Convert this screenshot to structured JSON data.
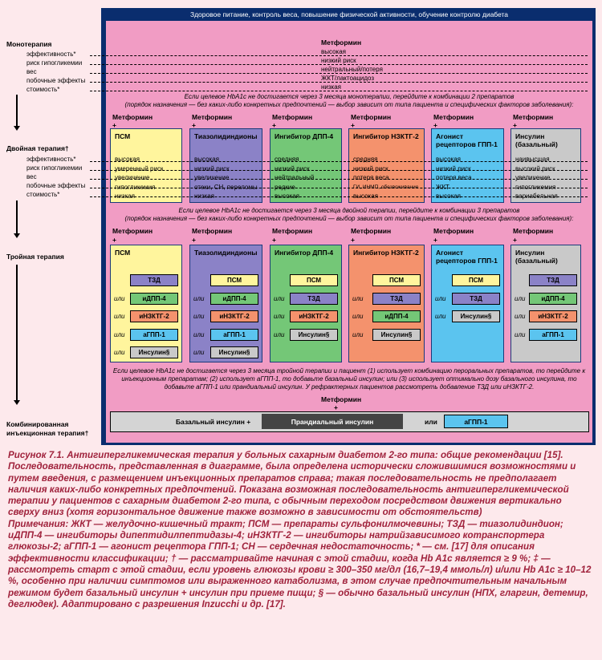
{
  "header": "Здоровое питание, контроль веса, повышение физической активности, обучение контролю диабета",
  "left": {
    "mono_title": "Монотерапия",
    "criteria": [
      "эффективность*",
      "риск гипогликемии",
      "вес",
      "побочные эффекты",
      "стоимость*"
    ],
    "dual_title": "Двойная терапия†",
    "triple_title": "Тройная терапия",
    "combo_title_1": "Комбинированная",
    "combo_title_2": "инъекционная терапия†"
  },
  "mono": {
    "drug": "Метформин",
    "values": [
      "высокая",
      "низкий риск",
      "нейтральный/потеря",
      "ЖКТ/лактоацидоз",
      "низкая"
    ],
    "note_1": "Если целевое HbA1c не достигается через 3 месяца монотерапии, перейдите к комбинации 2 препаратов",
    "note_2": "(порядок назначения — без каких-либо конкретных предпочтений — выбор зависит от типа пациента и специфических факторов заболевания):"
  },
  "metformin": "Метформин",
  "plus": "+",
  "ili": "или",
  "dual": {
    "columns": [
      {
        "title": "ПСМ",
        "values": [
          "высокая",
          "умеренный риск",
          "увеличение",
          "гипогликемия",
          "низкая"
        ]
      },
      {
        "title": "Тиазолидиндионы",
        "values": [
          "высокая",
          "низкий риск",
          "увеличение",
          "отеки, СН, переломы",
          "низкая"
        ]
      },
      {
        "title": "Ингибитор ДПП-4",
        "values": [
          "средняя",
          "низкий риск",
          "нейтральный",
          "редкие",
          "высокая"
        ]
      },
      {
        "title": "Ингибитор НЗКТГ-2",
        "values": [
          "средняя",
          "низкий риск",
          "потеря веса",
          "ГИ, ИНМП, обезвоживание",
          "высокая"
        ]
      },
      {
        "title": "Агонист рецепторов ГПП-1",
        "values": [
          "высокая",
          "низкий риск",
          "потеря веса",
          "ЖКТ",
          "высокая"
        ]
      },
      {
        "title": "Инсулин (базальный)",
        "values": [
          "наивысшая",
          "высокий риск",
          "увеличение",
          "гипогликемия",
          "вариабельная"
        ]
      }
    ],
    "note_1": "Если целевое HbA1c не достигается через 3 месяца двойной терапии, перейдите к комбинации 3 препаратов",
    "note_2": "(порядок назначения — без каких-либо конкретных предпочтений — выбор зависит от типа пациента и специфических факторов заболевания):"
  },
  "triple": {
    "columns": [
      {
        "title": "ПСМ",
        "options": [
          "ТЗД",
          "иДПП-4",
          "иНЗКТГ-2",
          "аГПП-1",
          "Инсулин§"
        ]
      },
      {
        "title": "Тиазолидиндионы",
        "options": [
          "ПСМ",
          "иДПП-4",
          "иНЗКТГ-2",
          "аГПП-1",
          "Инсулин§"
        ]
      },
      {
        "title": "Ингибитор ДПП-4",
        "options": [
          "ПСМ",
          "ТЗД",
          "иНЗКТГ-2",
          "Инсулин§"
        ]
      },
      {
        "title": "Ингибитор НЗКТГ-2",
        "options": [
          "ПСМ",
          "ТЗД",
          "иДПП-4",
          "Инсулин§"
        ]
      },
      {
        "title": "Агонист рецепторов ГПП-1",
        "options": [
          "ПСМ",
          "ТЗД",
          "Инсулин§"
        ]
      },
      {
        "title": "Инсулин (базальный)",
        "options": [
          "ТЗД",
          "иДПП-4",
          "иНЗКТГ-2",
          "аГПП-1"
        ]
      }
    ],
    "note": "Если целевое HbA1c не достигается через 3 месяца тройной терапии и пациент (1) использует комбинацию пероральных препаратов, то перейдите к инъекционным препаратам; (2) использует аГПП-1, то добавьте базальный инсулин; или (3) использует оптимально дозу базального инсулина, то добавьте аГПП-1 или прандиальный инсулин. У рефрактерных пациентов рассмотреть добавление ТЗД или иНЗКТГ-2."
  },
  "combo": {
    "basal": "Базальный инсулин +",
    "prandial": "Прандиальный инсулин",
    "ili": "или",
    "glp1": "аГПП-1"
  },
  "colors": {
    "frame": "#0a2d6e",
    "pink": "#f19cc4",
    "psm": "#fff59d",
    "tzd": "#8b82c7",
    "dpp4": "#74c777",
    "sglt2": "#f4926d",
    "glp1": "#5bc4ef",
    "insulin": "#c9c9c9",
    "caption": "#a0223c"
  },
  "caption": {
    "p1": "Рисунок 7.1. Антигипергликемическая терапия у больных сахарным диабетом 2-го типа: общие рекомендации [15]. Последовательность, представленная в диаграмме, была определена исторически сложившимися возможностями и путем введения, с размещением инъекционных препаратов справа; такая последовательность не предполагает наличия каких-либо конкретных предпочтений. Показана возможная последовательность антигипергликемической терапии у пациентов с сахарным диабетом 2-го типа, с обычным переходом посредством движения вертикально сверху вниз (хотя горизонтальное движение также возможно в зависимости от обстоятельств)",
    "p2": "Примечания: ЖКТ — желудочно-кишечный тракт; ПСМ — препараты сульфонилмочевины; ТЗД — тиазолидиндион; иДПП-4 — ингибиторы дипептидилпептидазы-4; иНЗКТГ-2 — ингибиторы натрийзависимого котранспортера глюкозы-2; аГПП-1 — агонист рецептора ГПП-1; СН — сердечная недостаточность; * — см. [17] для описания эффективности классификации; † — рассматривайте начиная с этой стадии, когда Hb A1c является ≥ 9 %; ‡ — рассмотреть старт с этой стадии, если уровень глюкозы крови ≥ 300–350 мг/дл (16,7–19,4 ммоль/л) и/или Hb A1c ≥ 10–12 %, особенно при наличии симптомов или выраженного катаболизма, в этом случае предпочтительным начальным режимом будет базальный инсулин + инсулин при приеме пищи; § — обычно базальный инсулин (НПХ, гларгин, детемир, деглюдек). Адаптировано с разрешения Inzucchi и др. [17]."
  }
}
